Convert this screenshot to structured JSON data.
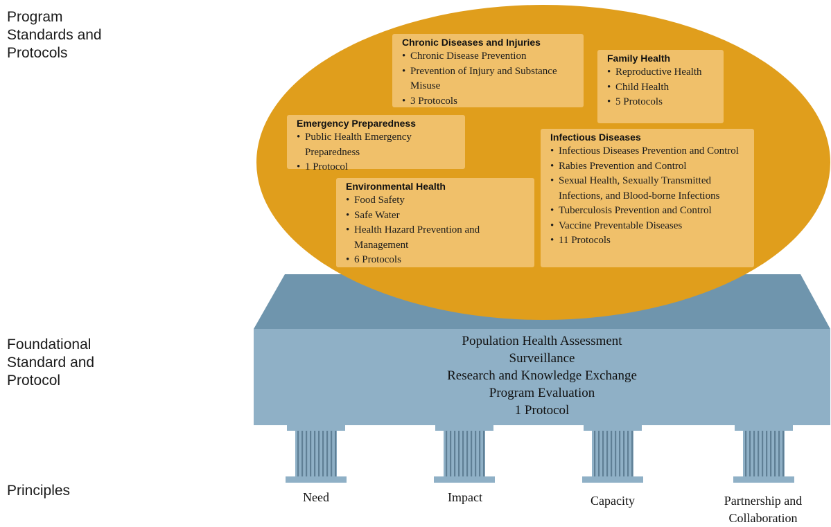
{
  "side_labels": {
    "program": "Program\nStandards and\nProtocols",
    "foundational": "Foundational\nStandard and\nProtocol",
    "principles": "Principles"
  },
  "boxes": {
    "chronic": {
      "title": "Chronic Diseases and Injuries",
      "items": [
        "Chronic Disease Prevention",
        "Prevention of Injury and Substance Misuse",
        "3 Protocols"
      ]
    },
    "family": {
      "title": "Family Health",
      "items": [
        "Reproductive Health",
        "Child Health",
        "5 Protocols"
      ]
    },
    "emergency": {
      "title": "Emergency Preparedness",
      "items": [
        "Public Health Emergency Preparedness",
        "1 Protocol"
      ]
    },
    "environmental": {
      "title": "Environmental Health",
      "items": [
        "Food Safety",
        "Safe Water",
        "Health Hazard Prevention and Management",
        "6 Protocols"
      ]
    },
    "infectious": {
      "title": "Infectious Diseases",
      "items": [
        "Infectious Diseases Prevention and Control",
        "Rabies Prevention and Control",
        "Sexual Health, Sexually Transmitted Infections, and Blood-borne Infections",
        "Tuberculosis Prevention and Control",
        "Vaccine Preventable Diseases",
        "11 Protocols"
      ]
    }
  },
  "foundation": {
    "lines": [
      "Population Health Assessment",
      "Surveillance",
      "Research and Knowledge Exchange",
      "Program Evaluation",
      "1 Protocol"
    ]
  },
  "pillars": [
    "Need",
    "Impact",
    "Capacity",
    "Partnership and Collaboration"
  ],
  "colors": {
    "oval": "#e09e1c",
    "box": "#f0c06a",
    "platform_top": "#6f95ad",
    "platform_front": "#8fb0c6",
    "pillar": "#8fb0c6"
  }
}
